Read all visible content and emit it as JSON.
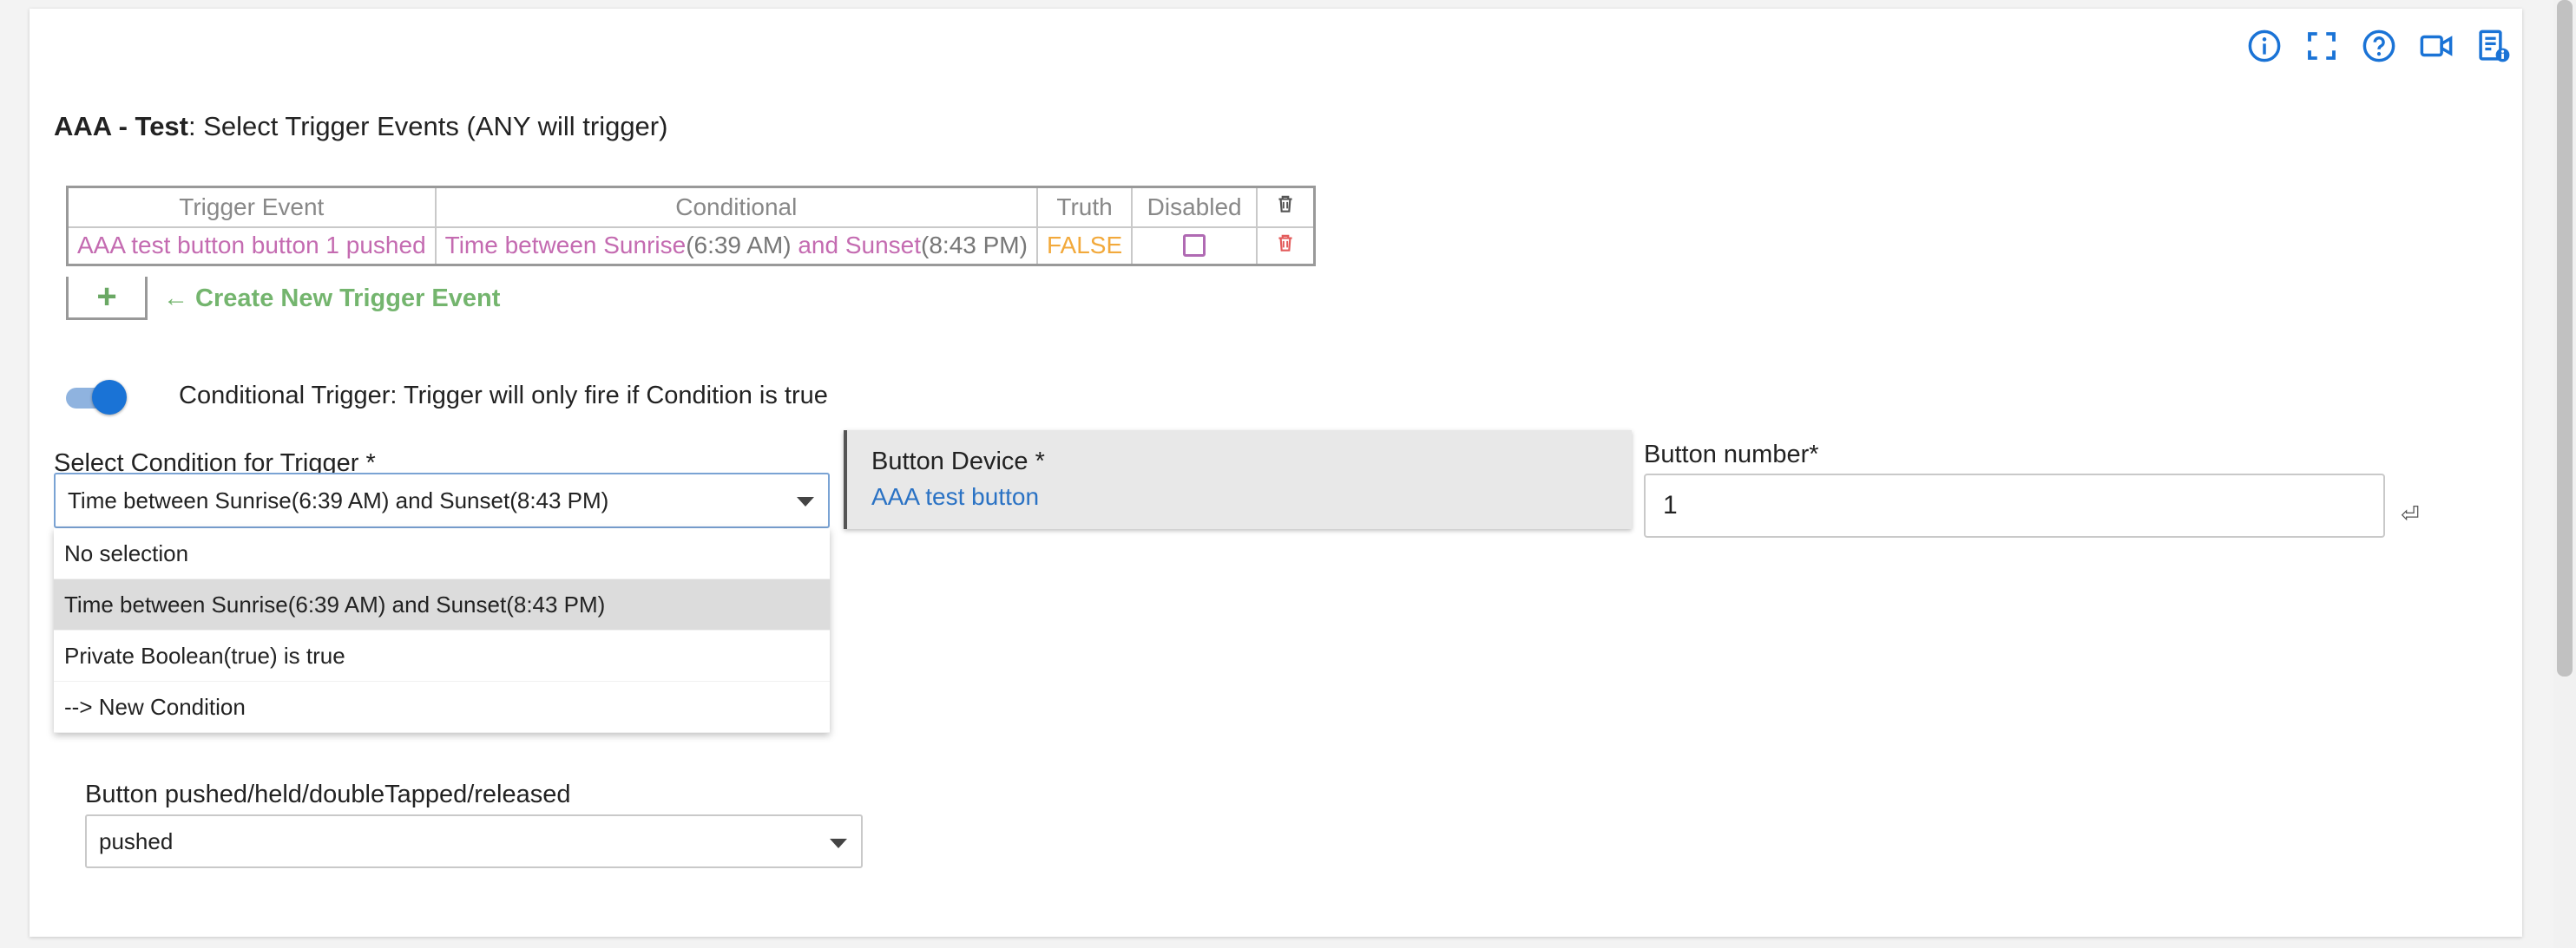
{
  "header": {
    "app_name": "AAA - Test",
    "title_rest": ": Select Trigger Events (ANY will trigger)"
  },
  "toolbar": {
    "icons": [
      "info-icon",
      "fullscreen-icon",
      "help-icon",
      "video-icon",
      "logs-icon"
    ]
  },
  "trigger_table": {
    "headers": {
      "trigger_event": "Trigger Event",
      "conditional": "Conditional",
      "truth": "Truth",
      "disabled": "Disabled"
    },
    "row": {
      "event": "AAA test button button 1 pushed",
      "cond_part1": "Time between Sunrise",
      "cond_part2": "(6:39 AM)",
      "cond_part3": " and Sunset",
      "cond_part4": "(8:43 PM)",
      "truth": "FALSE"
    }
  },
  "create_trigger": {
    "plus": "+",
    "label": "← Create New Trigger Event"
  },
  "conditional_trigger": {
    "enabled": true,
    "label": "Conditional Trigger: Trigger will only fire if Condition is true"
  },
  "condition_select": {
    "label": "Select Condition for Trigger *",
    "value": "Time between Sunrise(6:39 AM) and Sunset(8:43 PM)",
    "options": [
      "No selection",
      "Time between Sunrise(6:39 AM) and Sunset(8:43 PM)",
      "Private Boolean(true) is true",
      "--> New Condition"
    ],
    "selected_index": 1
  },
  "button_device": {
    "label": "Button Device *",
    "value": "AAA test button"
  },
  "button_number": {
    "label": "Button number*",
    "value": "1",
    "enter_glyph": "⏎"
  },
  "button_action": {
    "label": "Button pushed/held/doubleTapped/released",
    "value": "pushed"
  },
  "colors": {
    "accent_blue": "#1a73d6",
    "pink": "#c46bb1",
    "green": "#74b56e",
    "false_orange": "#f2a93b",
    "delete_red": "#e35b5b"
  }
}
